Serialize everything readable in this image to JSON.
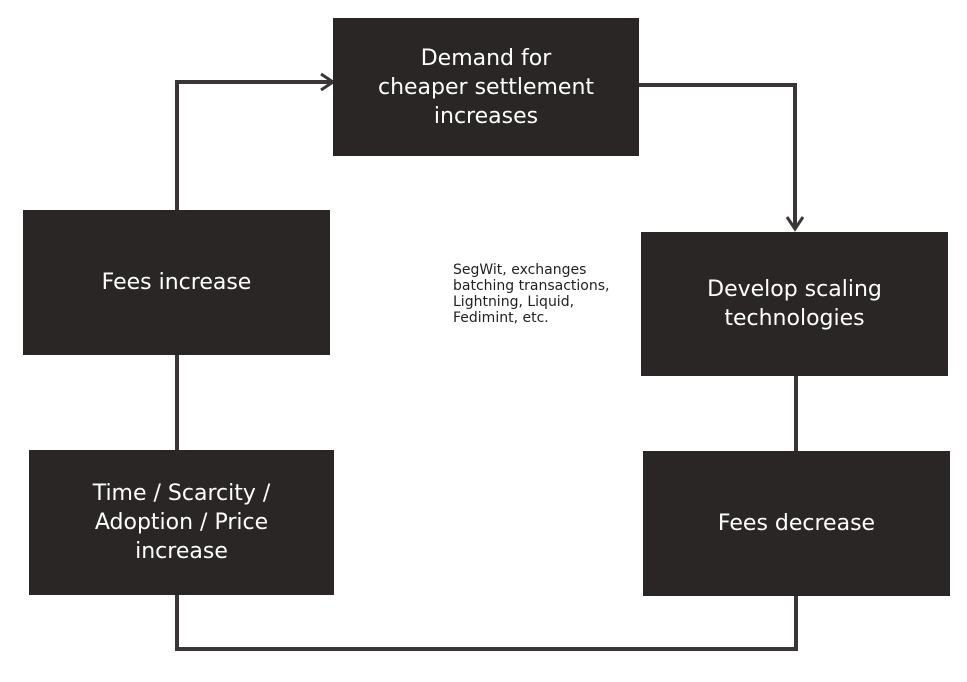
{
  "diagram": {
    "nodes": {
      "demand": "Demand for\ncheaper settlement\nincreases",
      "develop": "Develop scaling\ntechnologies",
      "fees_decrease": "Fees decrease",
      "time_scarcity": "Time / Scarcity /\nAdoption / Price\nincrease",
      "fees_increase": "Fees increase"
    },
    "annotation": "SegWit, exchanges\nbatching transactions,\nLightning, Liquid,\nFedimint, etc.",
    "colors": {
      "box_fill": "#2a2626",
      "box_text": "#ffffff",
      "line": "#3a3636"
    }
  }
}
